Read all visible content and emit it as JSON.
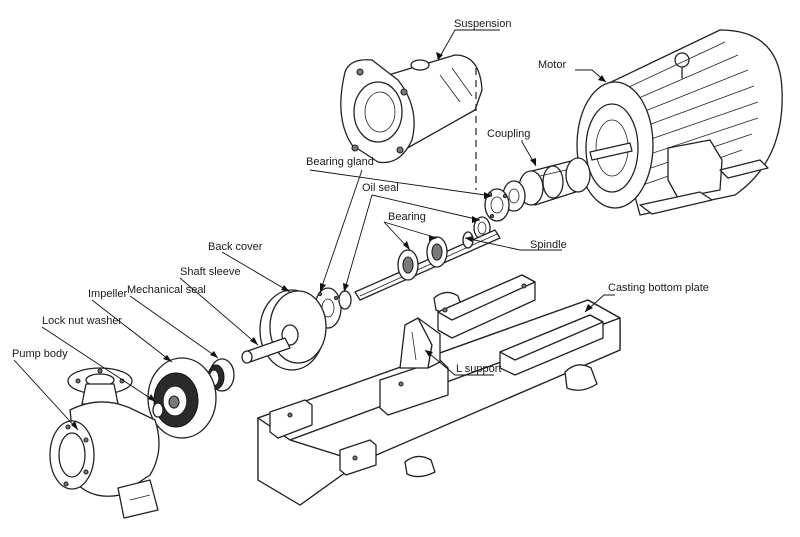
{
  "labels": {
    "suspension": "Suspension",
    "motor": "Motor",
    "coupling": "Coupling",
    "bearing_gland": "Bearing gland",
    "oil_seal": "Oil seal",
    "bearing": "Bearing",
    "spindle": "Spindle",
    "back_cover": "Back cover",
    "casting_bottom_plate": "Casting bottom plate",
    "shaft_sleeve": "Shaft sleeve",
    "impeller": "Impeller",
    "mechanical_seal": "Mechanical seal",
    "lock_nut_washer": "Lock nut washer",
    "pump_body": "Pump body",
    "l_support": "L support"
  }
}
